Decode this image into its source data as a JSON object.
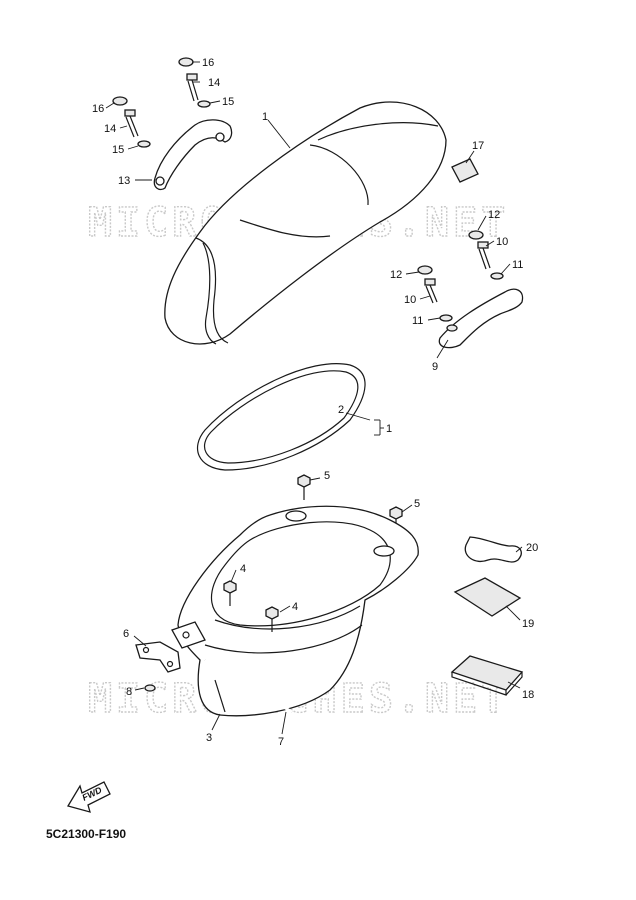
{
  "diagram": {
    "code": "5C21300-F190",
    "fwd_label": "FWD",
    "watermark": "MICROFICHES.NET",
    "callouts": {
      "c1a": "1",
      "c1b": "1",
      "c2": "2",
      "c3": "3",
      "c4a": "4",
      "c4b": "4",
      "c5a": "5",
      "c5b": "5",
      "c6": "6",
      "c7": "7",
      "c8": "8",
      "c9": "9",
      "c10a": "10",
      "c10b": "10",
      "c11a": "11",
      "c11b": "11",
      "c12a": "12",
      "c12b": "12",
      "c13": "13",
      "c14a": "14",
      "c14b": "14",
      "c15a": "15",
      "c15b": "15",
      "c16a": "16",
      "c16b": "16",
      "c17": "17",
      "c18": "18",
      "c19": "19",
      "c20": "20"
    }
  }
}
